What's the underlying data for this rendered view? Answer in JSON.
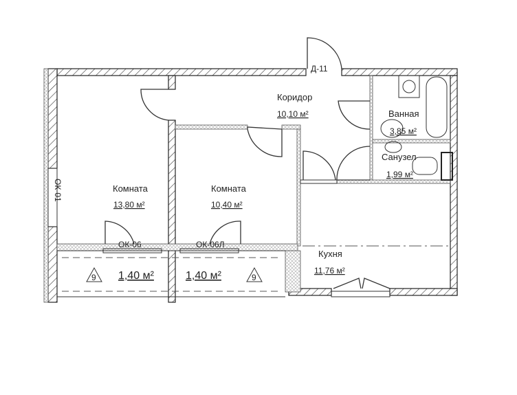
{
  "plan": {
    "entrance_door": "Д-11",
    "left_window": "ОК-01",
    "rooms": [
      {
        "name": "Коридор",
        "area": "10,10 м²"
      },
      {
        "name": "Ванная",
        "area": "3,85 м²"
      },
      {
        "name": "Санузел",
        "area": "1,99 м²"
      },
      {
        "name": "Комната",
        "area": "13,80 м²"
      },
      {
        "name": "Комната",
        "area": "10,40 м²"
      },
      {
        "name": "Кухня",
        "area": "11,76 м²"
      }
    ],
    "windows": [
      "ОК-06",
      "ОК-06Л"
    ],
    "balconies": [
      {
        "area": "1,40 м²",
        "marker": "9"
      },
      {
        "area": "1,40 м²",
        "marker": "9"
      }
    ]
  }
}
